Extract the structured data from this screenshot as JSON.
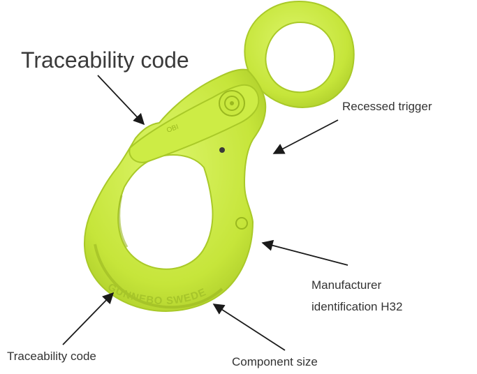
{
  "labels": {
    "traceability_top": "Traceability code",
    "recessed_trigger": "Recessed trigger",
    "manufacturer_line1": "Manufacturer",
    "manufacturer_line2": "identification H32",
    "traceability_bottom": "Traceability code",
    "component_size": "Component size"
  },
  "hook": {
    "color": "#c6e53a",
    "shadow_color": "#a9c928",
    "highlight_color": "#dcf56a",
    "marking_text": "GUNNEBO SWEDEN"
  },
  "arrow_color": "#1a1a1a"
}
